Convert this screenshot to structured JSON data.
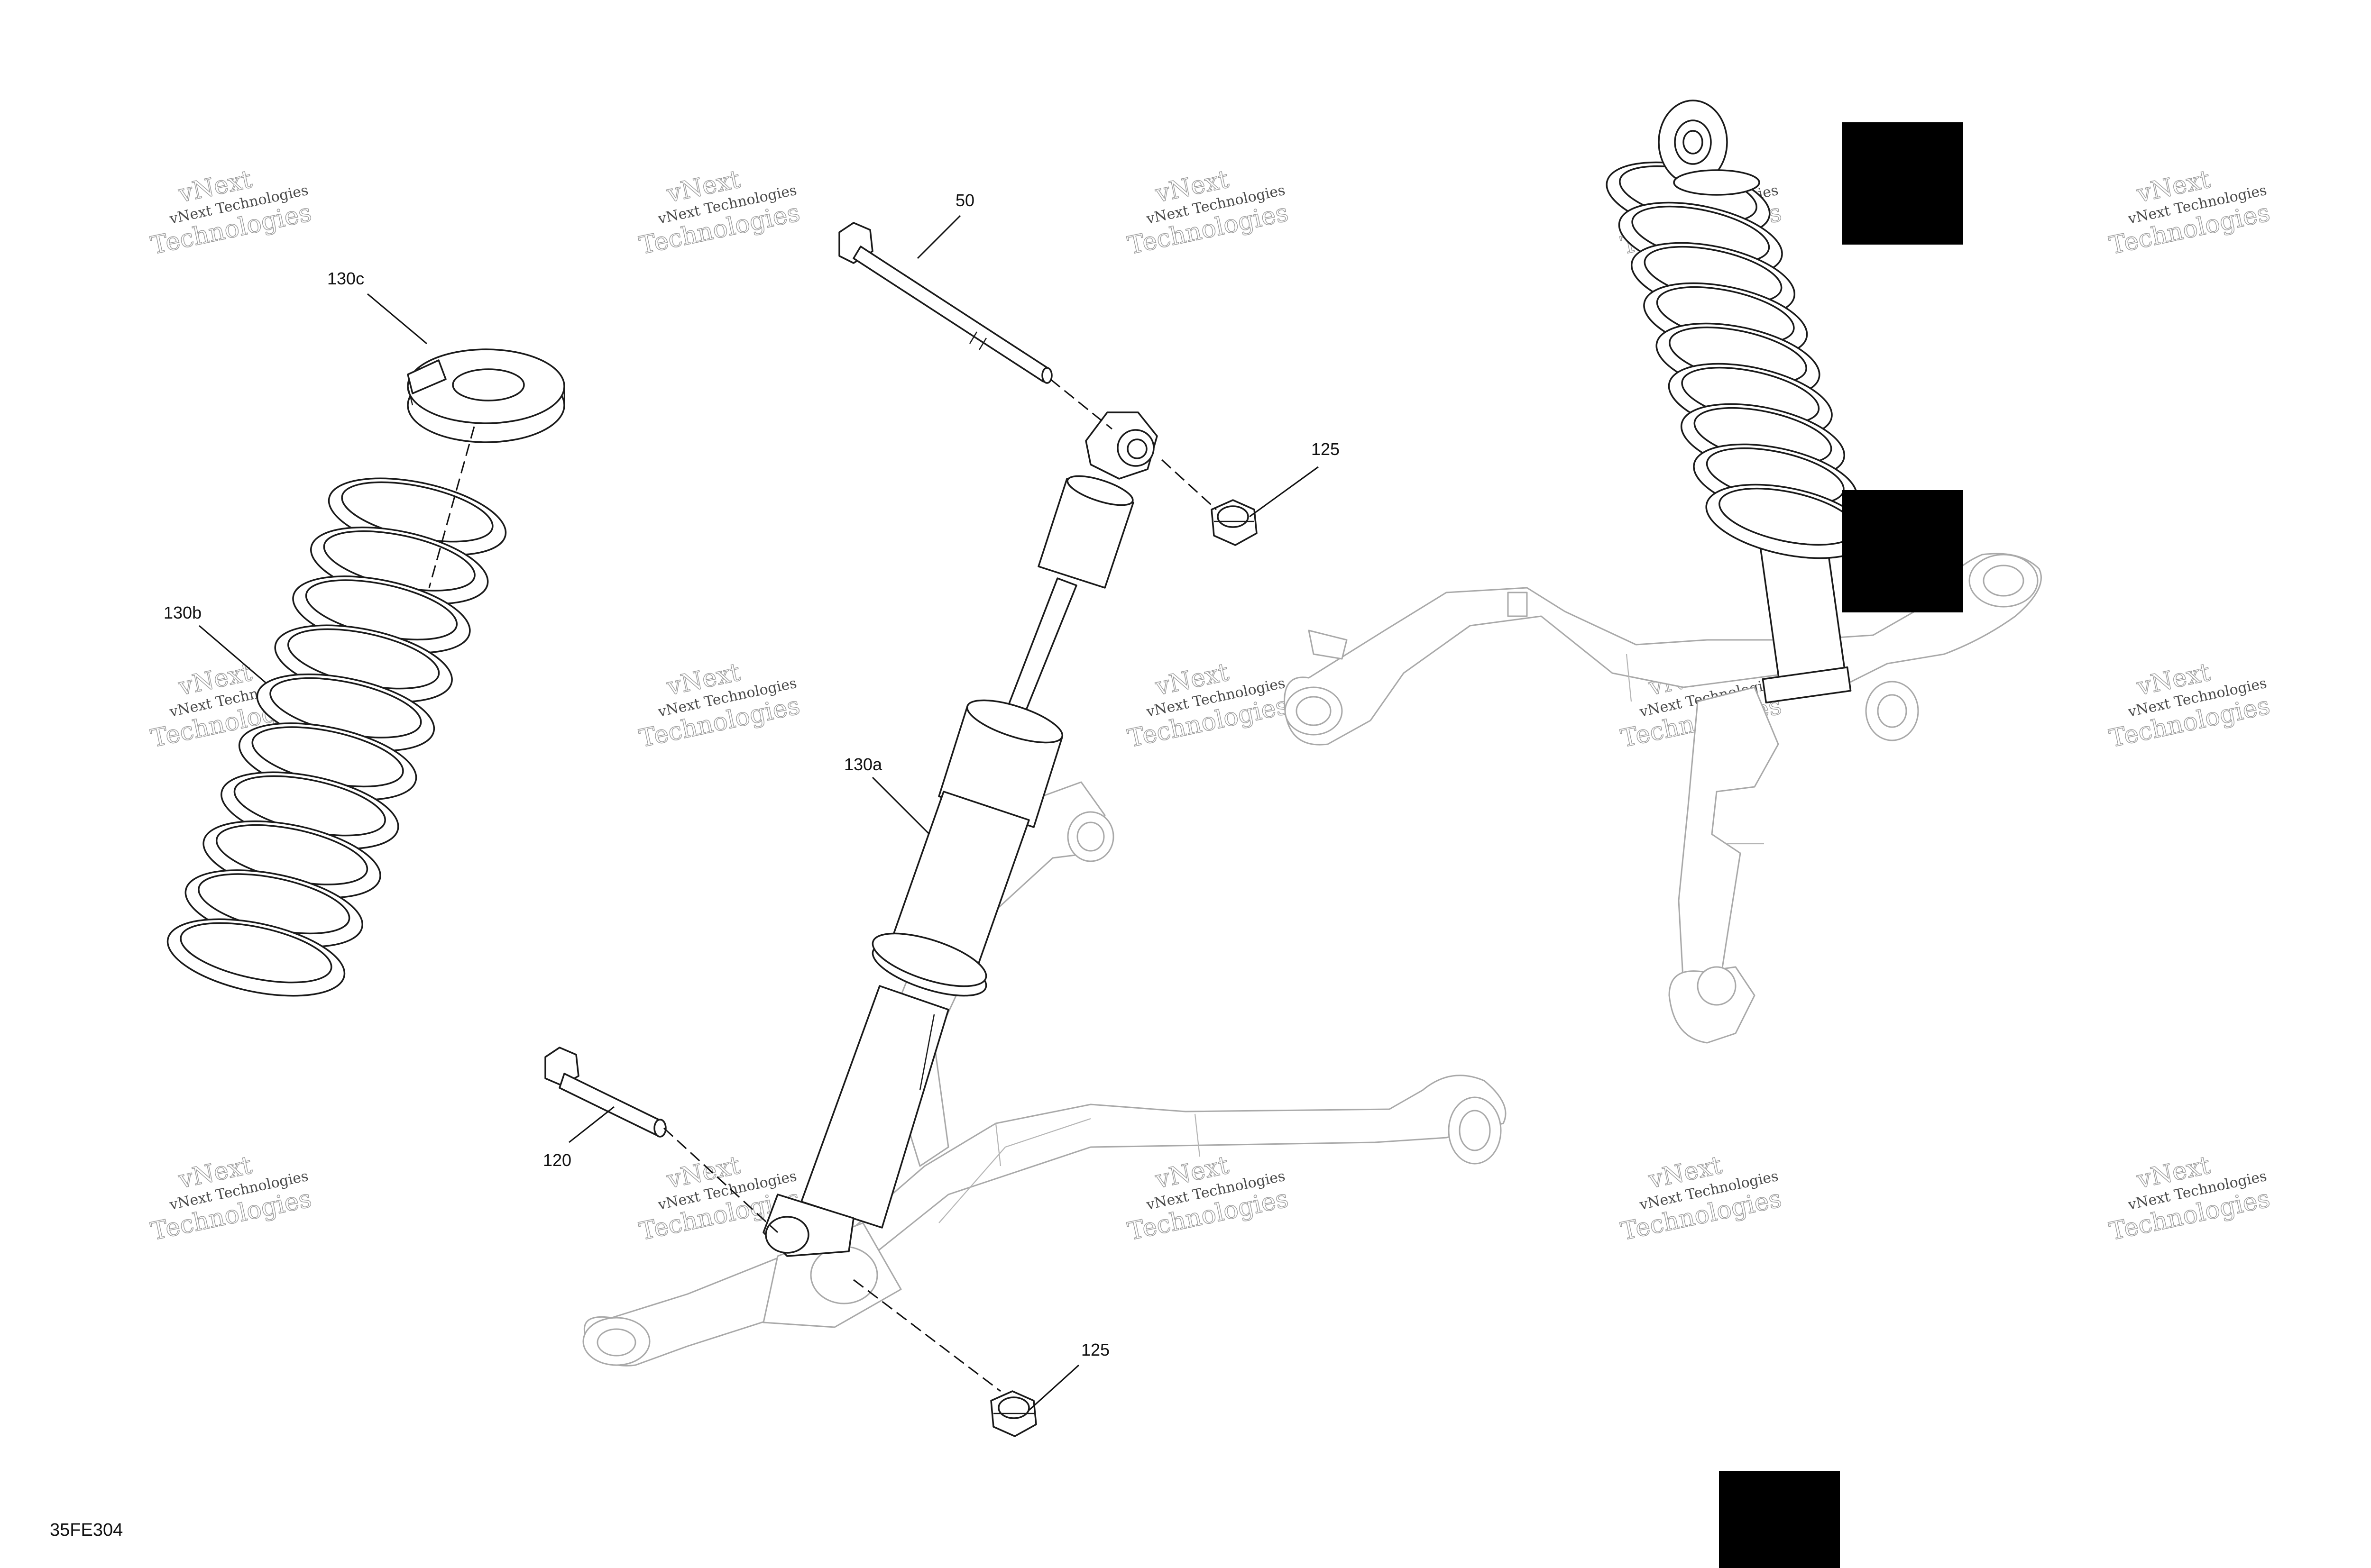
{
  "figure_id": "35FE304",
  "watermark": {
    "line1": "vNext Technologies",
    "line2": "Technologies",
    "logo_text": "vNext"
  },
  "callouts": {
    "bolt_upper": "50",
    "nut_upper": "125",
    "spring_seat": "130c",
    "spring": "130b",
    "shock_body": "130a",
    "bolt_lower": "120",
    "nut_lower": "125"
  },
  "redactions": 3
}
